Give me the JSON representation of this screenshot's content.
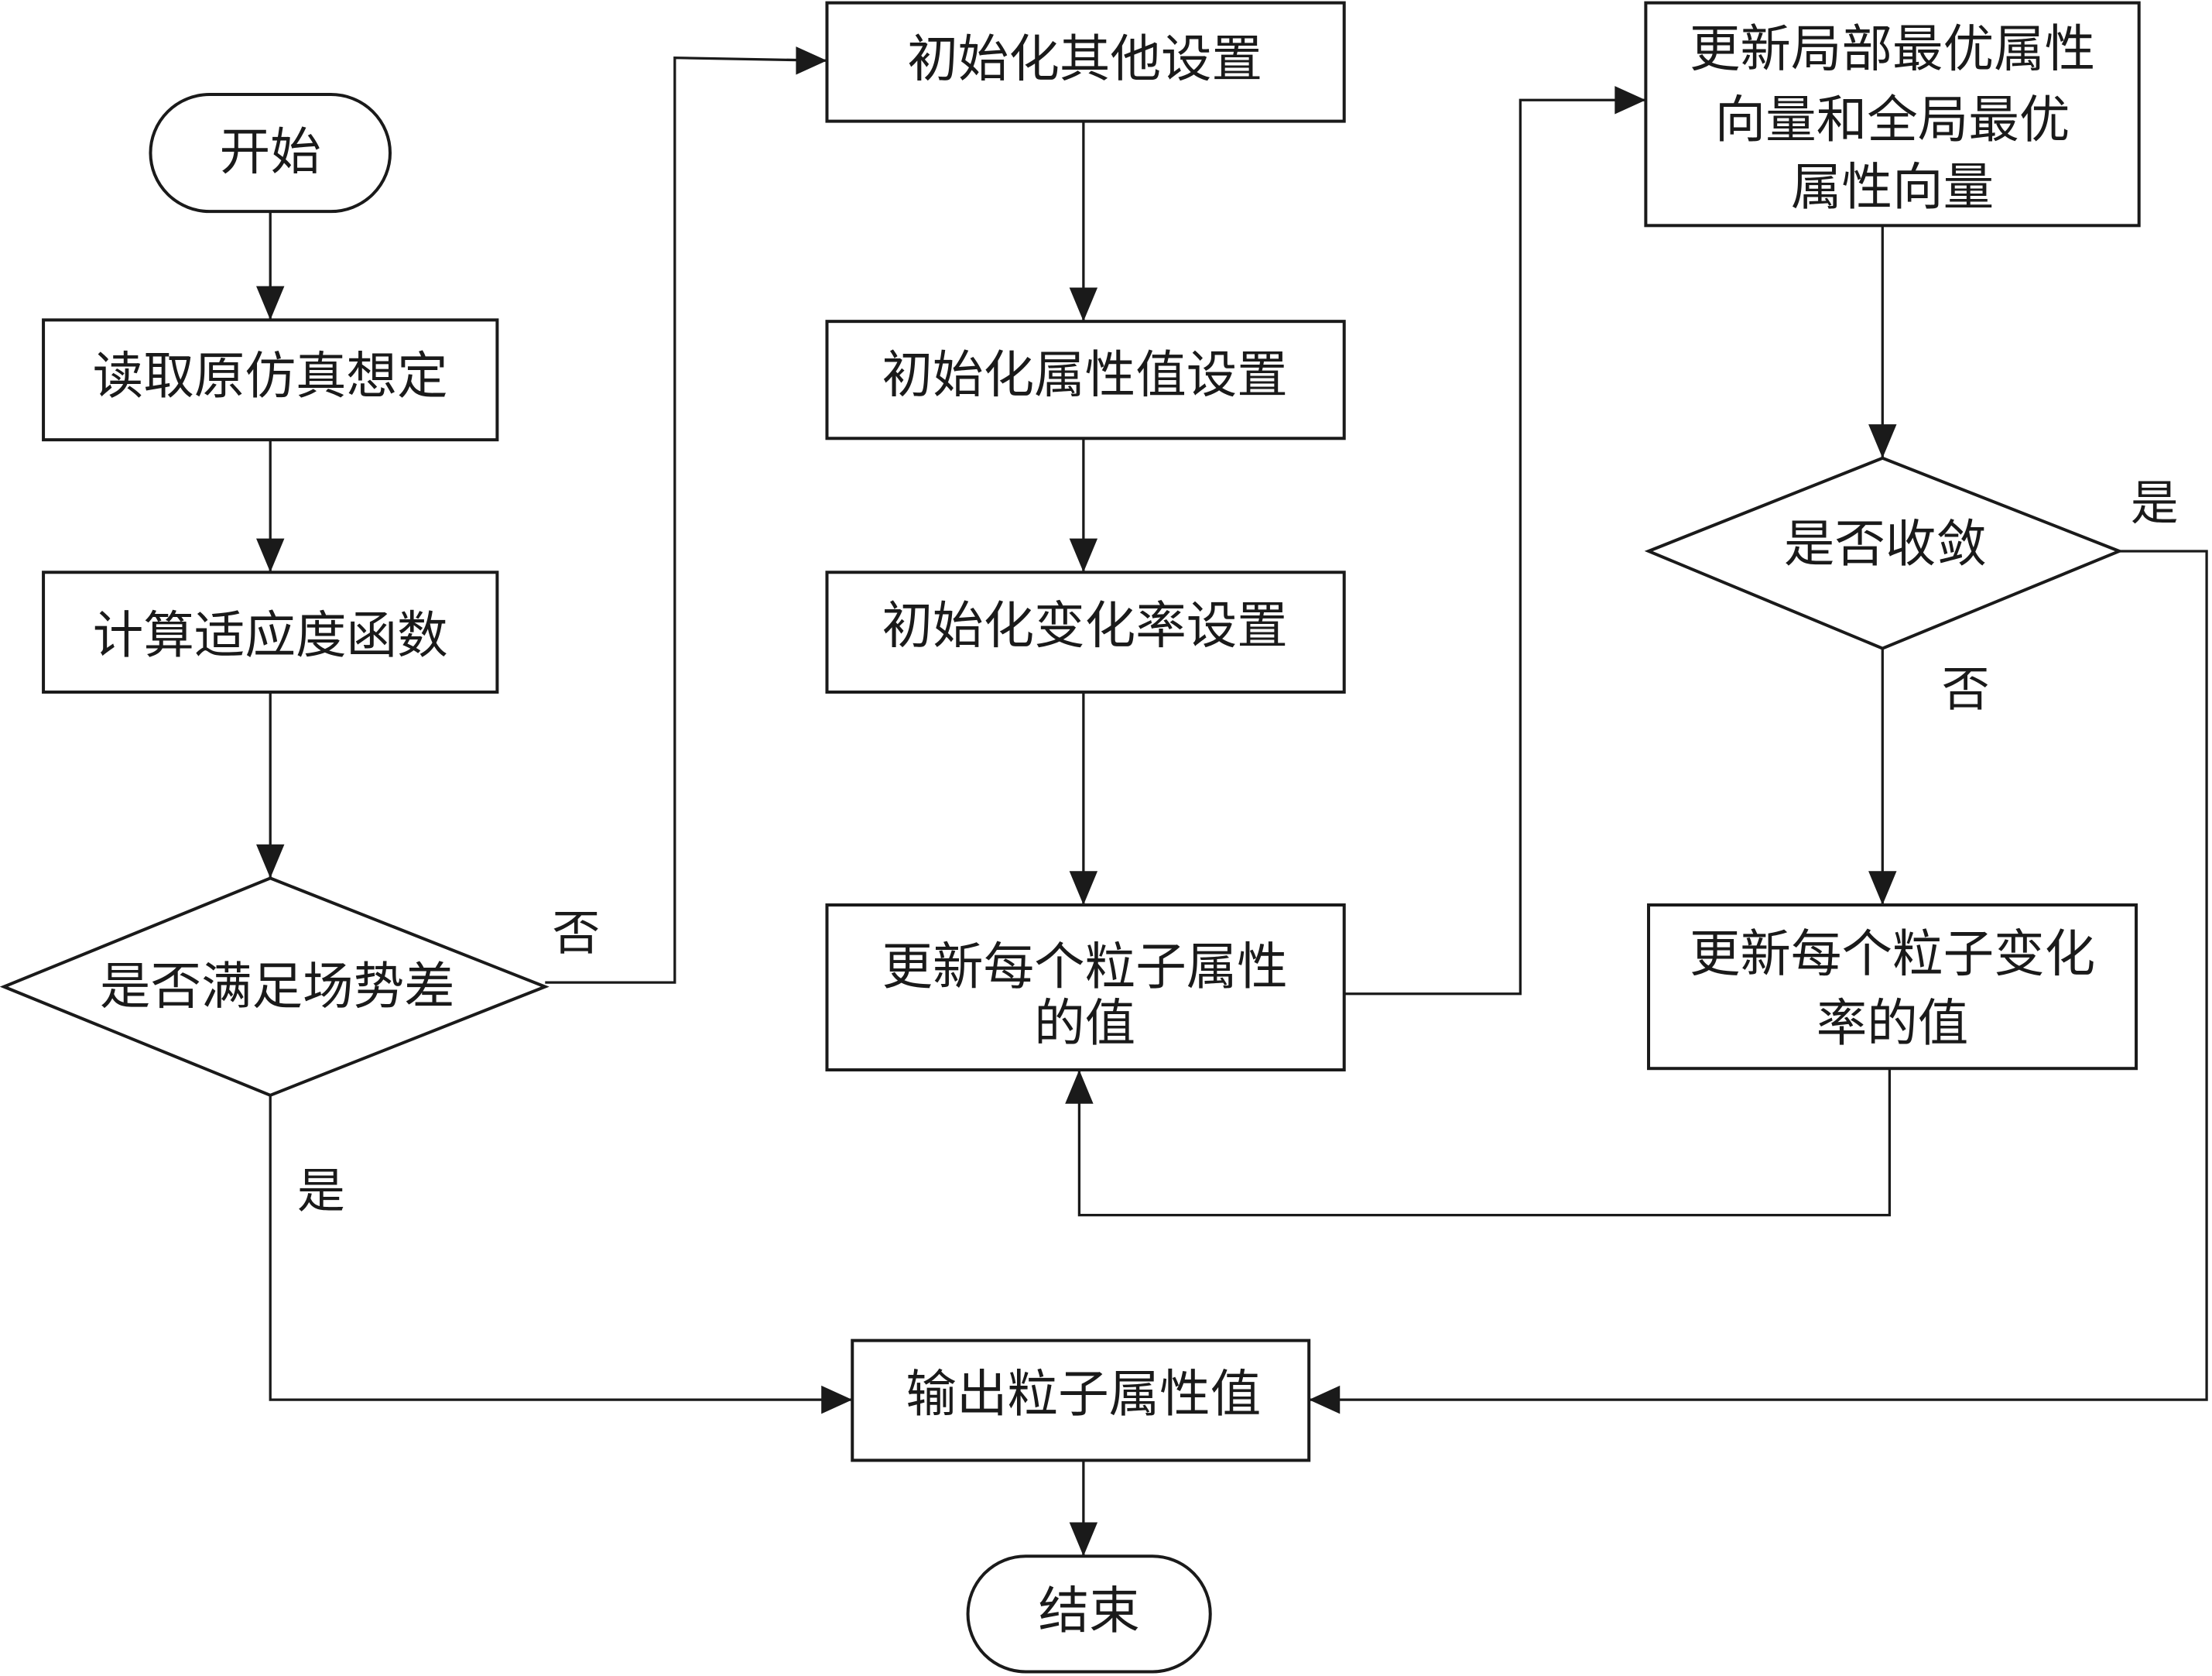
{
  "nodes": {
    "start": "开始",
    "read_sim": "读取原仿真想定",
    "calc_fitness": "计算适应度函数",
    "check_field": "是否满足场势差",
    "init_other": "初始化其他设置",
    "init_attr": "初始化属性值设置",
    "init_rate": "初始化变化率设置",
    "update_attr": [
      "更新每个粒子属性",
      "的值"
    ],
    "update_best": [
      "更新局部最优属性",
      "向量和全局最优",
      "属性向量"
    ],
    "check_converge": "是否收敛",
    "update_rate": [
      "更新每个粒子变化",
      "率的值"
    ],
    "output": "输出粒子属性值",
    "end": "结束"
  },
  "edge_labels": {
    "field_no": "否",
    "field_yes": "是",
    "converge_yes": "是",
    "converge_no": "否"
  }
}
